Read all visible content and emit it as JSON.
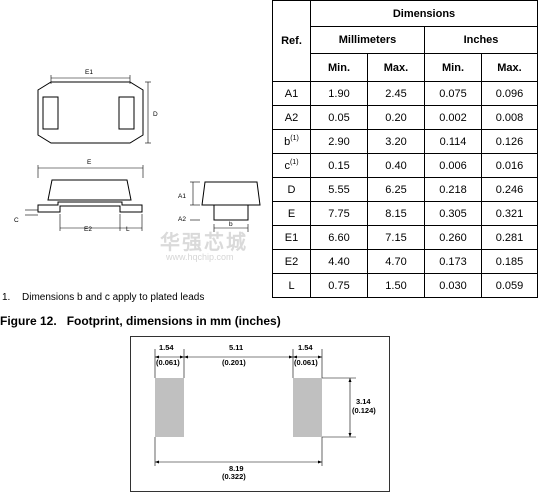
{
  "drawing_labels": {
    "e1": "E1",
    "d": "D",
    "e": "E",
    "a1": "A1",
    "a2": "A2",
    "c": "C",
    "e2": "E2",
    "l": "L",
    "b": "b"
  },
  "table": {
    "title": "Dimensions",
    "ref_header": "Ref.",
    "group_headers": [
      "Millimeters",
      "Inches"
    ],
    "sub_headers": [
      "Min.",
      "Max.",
      "Min.",
      "Max."
    ],
    "rows": [
      {
        "ref": "A1",
        "sup": "",
        "values": [
          "1.90",
          "2.45",
          "0.075",
          "0.096"
        ]
      },
      {
        "ref": "A2",
        "sup": "",
        "values": [
          "0.05",
          "0.20",
          "0.002",
          "0.008"
        ]
      },
      {
        "ref": "b",
        "sup": "(1)",
        "values": [
          "2.90",
          "3.20",
          "0.114",
          "0.126"
        ]
      },
      {
        "ref": "c",
        "sup": "(1)",
        "values": [
          "0.15",
          "0.40",
          "0.006",
          "0.016"
        ]
      },
      {
        "ref": "D",
        "sup": "",
        "values": [
          "5.55",
          "6.25",
          "0.218",
          "0.246"
        ]
      },
      {
        "ref": "E",
        "sup": "",
        "values": [
          "7.75",
          "8.15",
          "0.305",
          "0.321"
        ]
      },
      {
        "ref": "E1",
        "sup": "",
        "values": [
          "6.60",
          "7.15",
          "0.260",
          "0.281"
        ]
      },
      {
        "ref": "E2",
        "sup": "",
        "values": [
          "4.40",
          "4.70",
          "0.173",
          "0.185"
        ]
      },
      {
        "ref": "L",
        "sup": "",
        "values": [
          "0.75",
          "1.50",
          "0.030",
          "0.059"
        ]
      }
    ]
  },
  "watermark": {
    "text": "华强芯城",
    "url": "www.hqchip.com"
  },
  "note": {
    "number": "1.",
    "text": "Dimensions b and c apply to plated leads"
  },
  "figure": {
    "number": "Figure 12.",
    "title": "Footprint, dimensions in mm (inches)"
  },
  "footprint": {
    "pad_left_mm": "1.54",
    "pad_left_in": "(0.061)",
    "gap_mm": "5.11",
    "gap_in": "(0.201)",
    "pad_right_mm": "1.54",
    "pad_right_in": "(0.061)",
    "height_mm": "3.14",
    "height_in": "(0.124)",
    "total_mm": "8.19",
    "total_in": "(0.322)",
    "pad_color": "#c0c0c0"
  }
}
